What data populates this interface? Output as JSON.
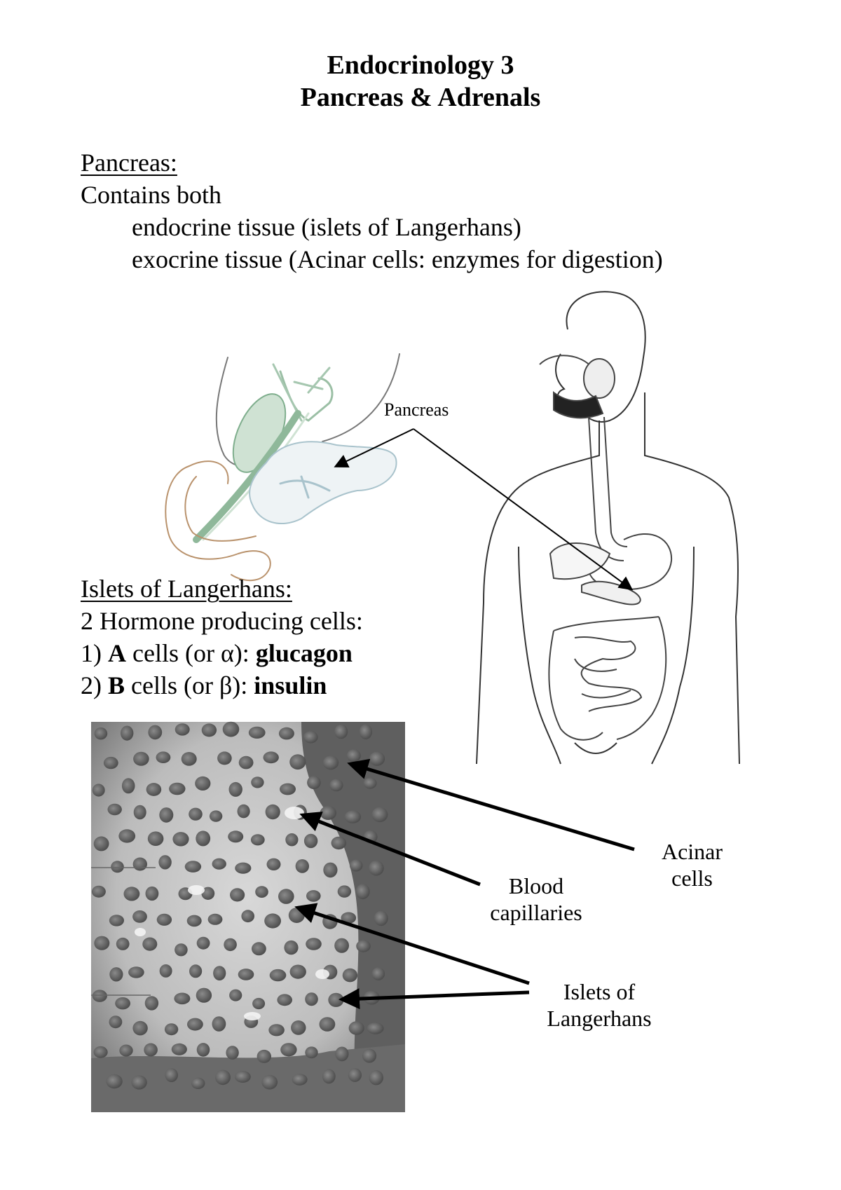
{
  "header": {
    "title_line1": "Endocrinology 3",
    "title_line2": "Pancreas & Adrenals"
  },
  "pancreas_section": {
    "heading": "Pancreas:",
    "line1": "Contains both",
    "line2": "endocrine tissue (islets of Langerhans)",
    "line3": "exocrine tissue (Acinar cells: enzymes for digestion)"
  },
  "figure_labels": {
    "pancreas": "Pancreas"
  },
  "islets_section": {
    "heading": "Islets of Langerhans:",
    "line1": "2 Hormone producing cells:",
    "item1": {
      "num": "1) ",
      "cell": "A",
      "rest": " cells (or α): ",
      "hormone": "glucagon"
    },
    "item2": {
      "num": "2) ",
      "cell": "B",
      "rest": " cells (or β): ",
      "hormone": "insulin"
    }
  },
  "micrograph_labels": {
    "acinar_line1": "Acinar",
    "acinar_line2": "cells",
    "blood_line1": "Blood",
    "blood_line2": "capillaries",
    "islets_line1": "Islets of",
    "islets_line2": "Langerhans"
  },
  "colors": {
    "duct_green": "#8fb89a",
    "duodenum_brown": "#b9926c",
    "pancreas_blue": "#a9c3cc"
  }
}
